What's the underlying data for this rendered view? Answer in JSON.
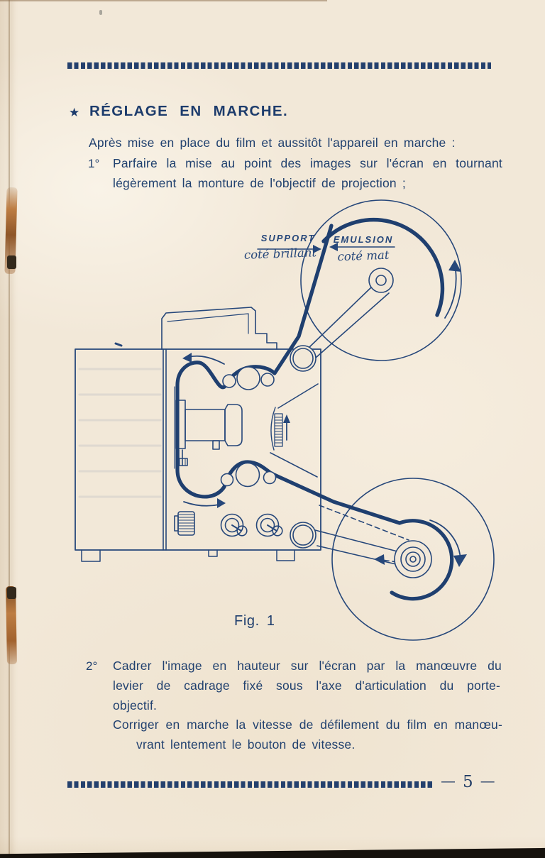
{
  "colors": {
    "ink": "#21416f",
    "paper": "#f2e8d8",
    "rust": "#a8632f"
  },
  "header": {
    "star": "★",
    "title": "RÉGLAGE EN MARCHE."
  },
  "intro": {
    "text": "Après mise en place du film et aussitôt l'appareil en marche :"
  },
  "item1": {
    "marker": "1°",
    "line1": "Parfaire la mise au point des images sur l'écran en tournant",
    "line2": "légèrement la monture de l'objectif de projection ;"
  },
  "figure": {
    "caption": "Fig. 1",
    "label_support_title": "SUPPORT",
    "label_support_sub": "coté brillant",
    "label_emulsion_title": "EMULSION",
    "label_emulsion_sub": "coté mat"
  },
  "item2": {
    "marker": "2°",
    "line1": "Cadrer l'image en hauteur sur l'écran par la manœuvre du",
    "line2": "levier de cadrage fixé sous l'axe d'articulation du porte-",
    "line3": "objectif."
  },
  "para2": {
    "line1": "Corriger en marche la vitesse de défilement du film en manœu-",
    "line2": "vrant lentement le bouton de vitesse."
  },
  "footer": {
    "dash_left": "—",
    "page_number": "5",
    "dash_right": "—"
  }
}
